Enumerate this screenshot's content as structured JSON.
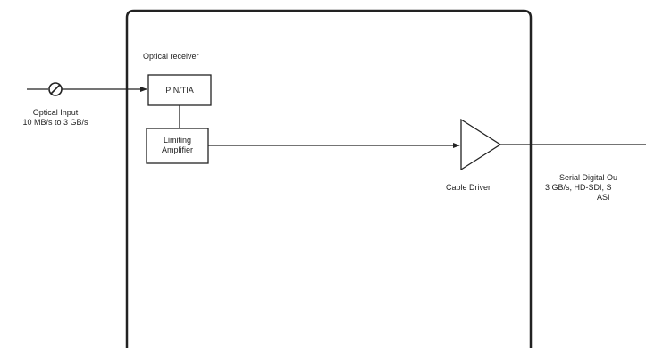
{
  "diagram": {
    "container_label": "Optical receiver",
    "input": {
      "line1": "Optical Input",
      "line2": "10 MB/s to 3 GB/s"
    },
    "blocks": {
      "pin_tia": "PIN/TIA",
      "limiting_amp_line1": "Limiting",
      "limiting_amp_line2": "Amplifier",
      "cable_driver": "Cable Driver"
    },
    "output": {
      "line1": "Serial Digital Ou",
      "line2": "3 GB/s, HD-SDI, S",
      "line3": "ASI"
    }
  },
  "colors": {
    "stroke": "#222222",
    "background": "#ffffff"
  }
}
